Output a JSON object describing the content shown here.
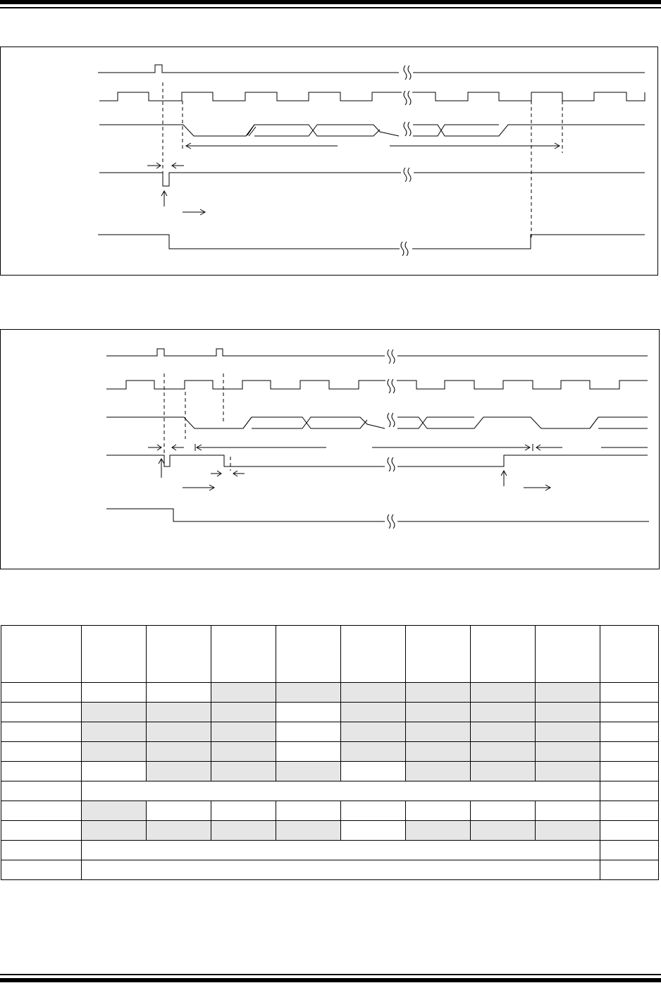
{
  "page": {
    "rule_color": "#000000",
    "shade_color": "#e6e6e6"
  },
  "diagrams": [
    {
      "name": "timing-diagram-1",
      "signals": [
        "pulse",
        "clock",
        "data-bus",
        "acknowledge",
        "level"
      ],
      "icons": [
        "break-mark-icon",
        "arrow-right-icon",
        "arrow-up-icon",
        "dimension-arrow-icon"
      ]
    },
    {
      "name": "timing-diagram-2",
      "signals": [
        "pulse",
        "clock",
        "data-bus",
        "acknowledge",
        "level"
      ],
      "icons": [
        "break-mark-icon",
        "arrow-right-icon",
        "arrow-up-icon",
        "dimension-arrow-icon"
      ]
    }
  ],
  "table": {
    "columns": 10,
    "header_cells": [
      "",
      "",
      "",
      "",
      "",
      "",
      "",
      "",
      "",
      ""
    ],
    "rows": [
      {
        "cells": [
          "",
          "",
          "",
          "",
          "",
          "",
          "",
          "",
          "",
          ""
        ],
        "shaded": [
          3,
          4,
          5,
          6,
          7,
          8
        ]
      },
      {
        "cells": [
          "",
          "",
          "",
          "",
          "",
          "",
          "",
          "",
          "",
          ""
        ],
        "shaded": [
          1,
          2,
          3,
          5,
          6,
          7,
          8
        ]
      },
      {
        "cells": [
          "",
          "",
          "",
          "",
          "",
          "",
          "",
          "",
          "",
          ""
        ],
        "shaded": [
          1,
          2,
          3,
          5,
          6,
          7,
          8
        ]
      },
      {
        "cells": [
          "",
          "",
          "",
          "",
          "",
          "",
          "",
          "",
          "",
          ""
        ],
        "shaded": [
          1,
          2,
          3,
          5,
          6,
          7,
          8
        ]
      },
      {
        "cells": [
          "",
          "",
          "",
          "",
          "",
          "",
          "",
          "",
          "",
          ""
        ],
        "shaded": [
          2,
          3,
          4,
          6,
          7,
          8
        ]
      },
      {
        "cells": [
          "",
          "",
          ""
        ],
        "merged": true,
        "shaded": []
      },
      {
        "cells": [
          "",
          "",
          "",
          "",
          "",
          "",
          "",
          "",
          "",
          ""
        ],
        "shaded": [
          1
        ]
      },
      {
        "cells": [
          "",
          "",
          "",
          "",
          "",
          "",
          "",
          "",
          "",
          ""
        ],
        "shaded": [
          1,
          2,
          3,
          4,
          6,
          7,
          8
        ]
      },
      {
        "cells": [
          "",
          "",
          ""
        ],
        "merged": true,
        "shaded": []
      },
      {
        "cells": [
          "",
          "",
          ""
        ],
        "merged": true,
        "shaded": []
      }
    ]
  }
}
